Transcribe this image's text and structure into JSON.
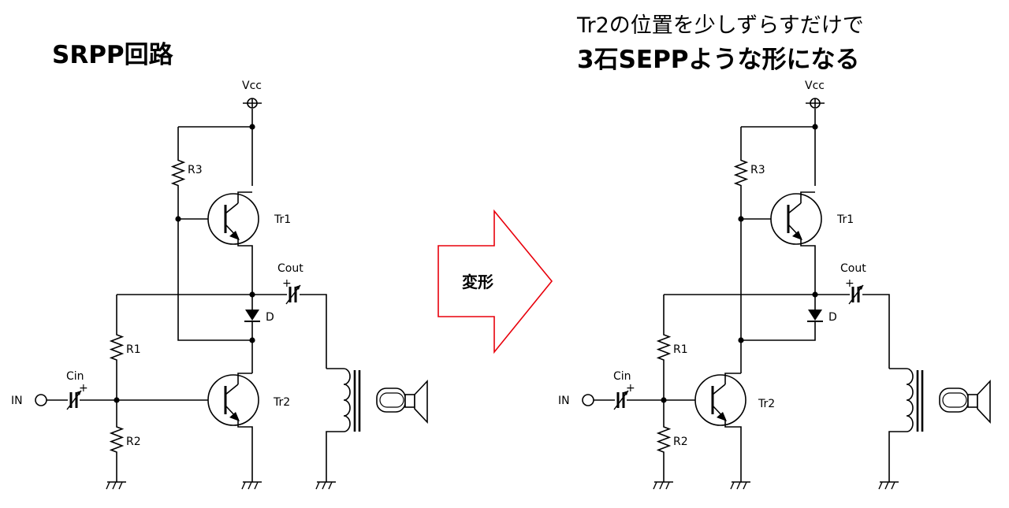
{
  "left": {
    "title": "SRPP回路",
    "labels": {
      "vcc": "Vcc",
      "r3": "R3",
      "tr1": "Tr1",
      "cout": "Cout",
      "d": "D",
      "r1": "R1",
      "cin": "Cin",
      "in": "IN",
      "tr2": "Tr2",
      "r2": "R2",
      "plus_cin": "+",
      "plus_cout": "+"
    }
  },
  "transform_arrow": {
    "label": "変形",
    "stroke": "#e8000b"
  },
  "right": {
    "subtitle": "Tr2の位置を少しずらすだけで",
    "title": "3石SEPPような形になる",
    "labels": {
      "vcc": "Vcc",
      "r3": "R3",
      "tr1": "Tr1",
      "cout": "Cout",
      "d": "D",
      "r1": "R1",
      "cin": "Cin",
      "in": "IN",
      "tr2": "Tr2",
      "r2": "R2",
      "plus_cin": "+",
      "plus_cout": "+"
    }
  }
}
